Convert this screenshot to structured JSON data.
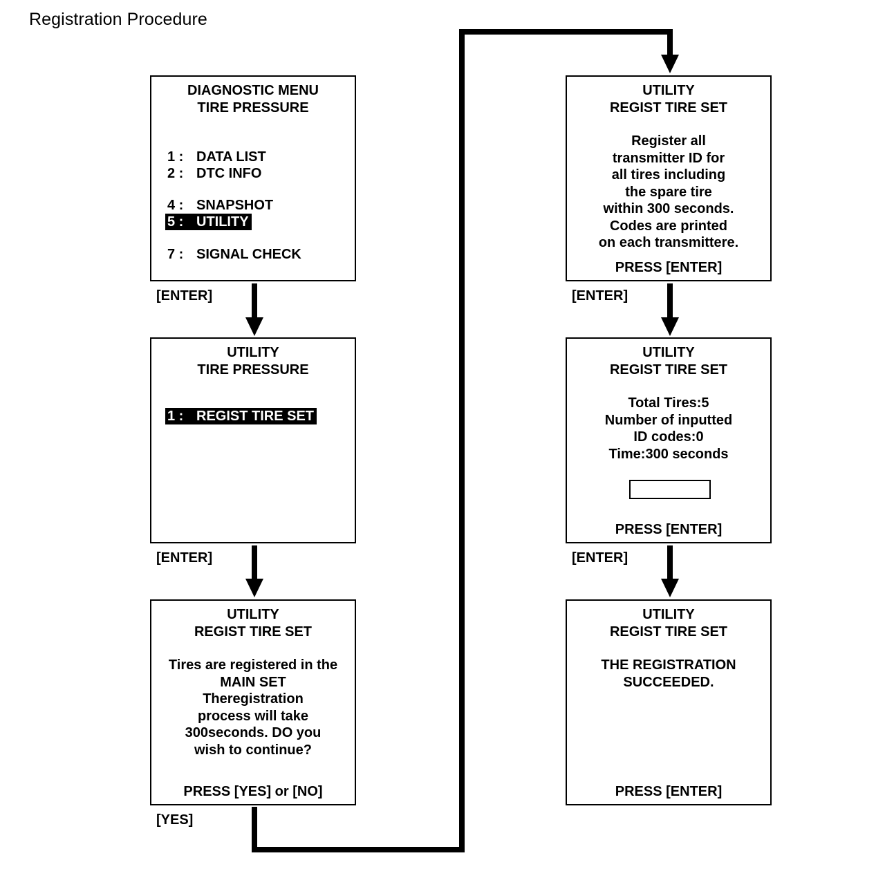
{
  "title": "Registration Procedure",
  "screens": {
    "diag": {
      "line1": "DIAGNOSTIC MENU",
      "line2": "TIRE PRESSURE",
      "items": [
        {
          "num": "1 :",
          "label": "DATA LIST"
        },
        {
          "num": "2 :",
          "label": "DTC INFO"
        },
        {
          "num": "4 :",
          "label": "SNAPSHOT"
        },
        {
          "num": "5 :",
          "label": "UTILITY",
          "selected": true
        },
        {
          "num": "7 :",
          "label": "SIGNAL CHECK"
        }
      ]
    },
    "utility": {
      "line1": "UTILITY",
      "line2": "TIRE PRESSURE",
      "items": [
        {
          "num": "1 :",
          "label": "REGIST TIRE SET",
          "selected": true
        }
      ]
    },
    "confirm": {
      "line1": "UTILITY",
      "line2": "REGIST TIRE SET",
      "body": [
        "Tires are registered in the",
        "MAIN SET",
        "Theregistration",
        "process will take",
        "300seconds. DO you",
        "wish to continue?"
      ],
      "press": "PRESS  [YES]  or  [NO]"
    },
    "register": {
      "line1": "UTILITY",
      "line2": "REGIST TIRE SET",
      "body": [
        "Register all",
        "transmitter ID for",
        "all tires including",
        "the spare tire",
        "within 300 seconds.",
        "Codes are printed",
        "on each transmittere."
      ],
      "press": "PRESS  [ENTER]"
    },
    "status": {
      "line1": "UTILITY",
      "line2": "REGIST TIRE SET",
      "body": [
        "Total Tires:5",
        "Number of inputted",
        "ID codes:0",
        "Time:300 seconds"
      ],
      "press": "PRESS  [ENTER]"
    },
    "success": {
      "line1": "UTILITY",
      "line2": "REGIST TIRE SET",
      "body": [
        "THE REGISTRATION",
        "SUCCEEDED."
      ],
      "press": "PRESS  [ENTER]"
    }
  },
  "keys": {
    "enter": "[ENTER]",
    "yes": "[YES]"
  }
}
